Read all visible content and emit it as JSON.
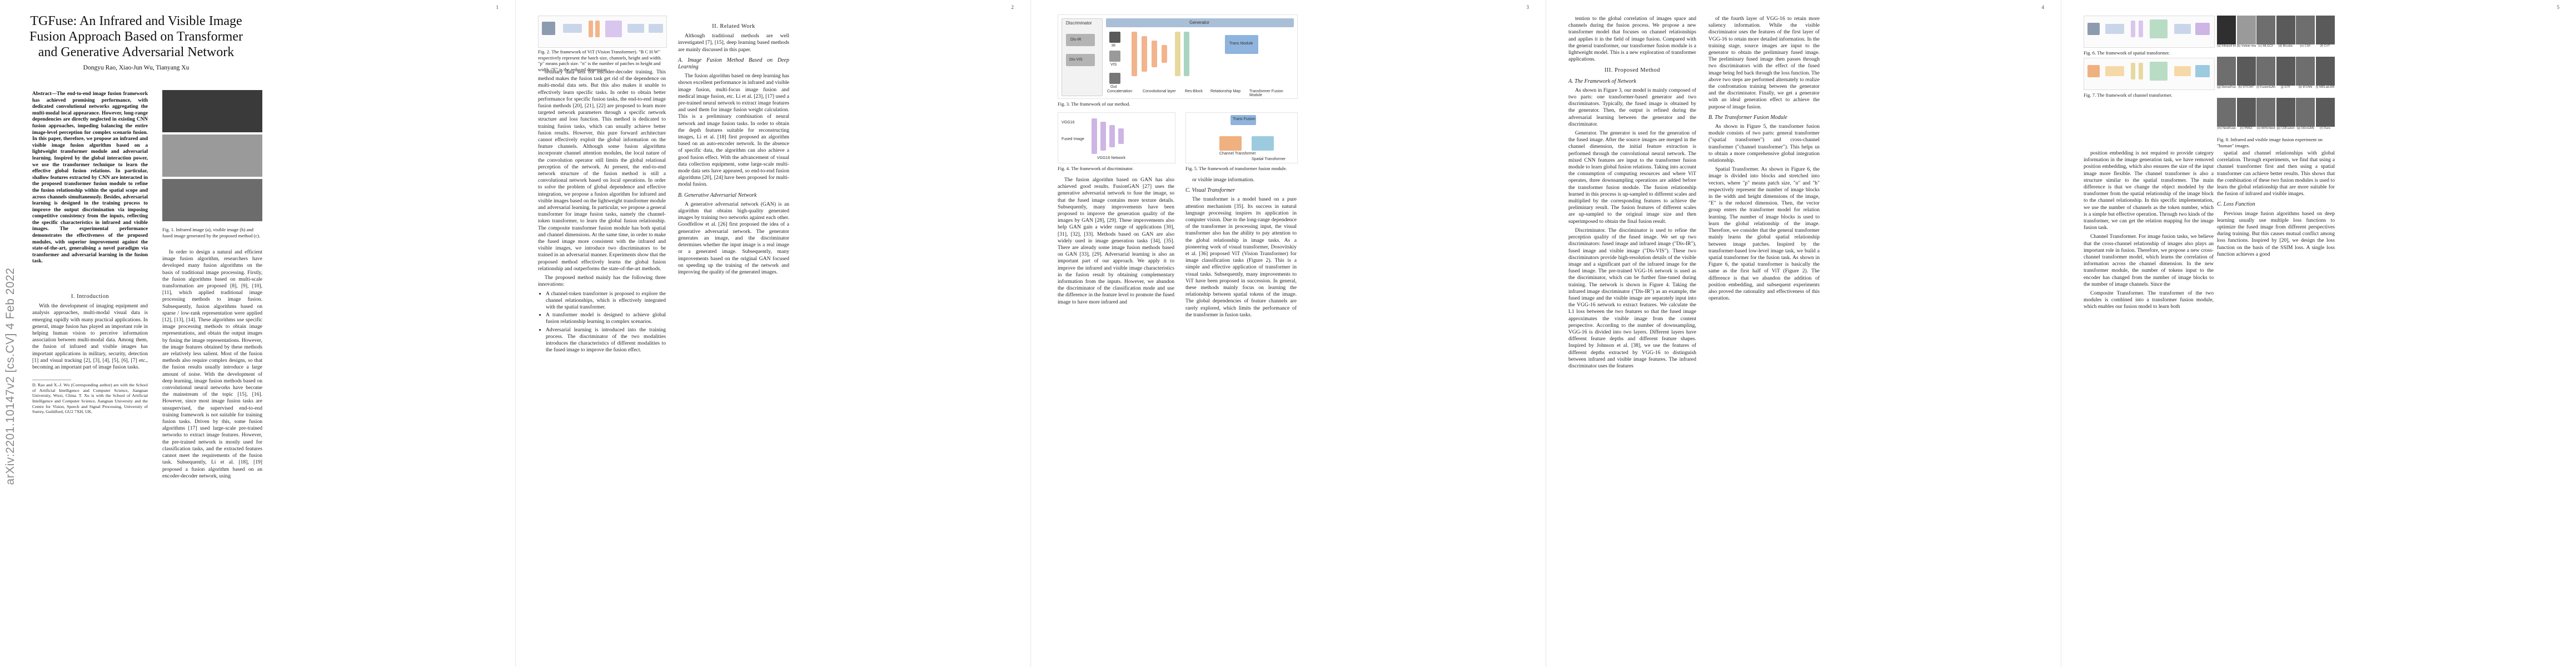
{
  "arxiv_stamp": "arXiv:2201.10147v2 [cs.CV] 4 Feb 2022",
  "pages": [
    {
      "number": "1"
    },
    {
      "number": "2"
    },
    {
      "number": "3"
    },
    {
      "number": "4"
    },
    {
      "number": "5"
    }
  ],
  "p1": {
    "title": "TGFuse: An Infrared and Visible Image Fusion Approach Based on Transformer and Generative Adversarial Network",
    "authors": "Dongyu Rao, Xiao-Jun Wu, Tianyang Xu",
    "abstract": "Abstract—The end-to-end image fusion framework has achieved promising performance, with dedicated convolutional networks aggregating the multi-modal local appearance. However, long-range dependencies are directly neglected in existing CNN fusion approaches, impeding balancing the entire image-level perception for complex scenario fusion. In this paper, therefore, we propose an infrared and visible image fusion algorithm based on a lightweight transformer module and adversarial learning. Inspired by the global interaction power, we use the transformer technique to learn the effective global fusion relations. In particular, shallow features extracted by CNN are interacted in the proposed transformer fusion module to refine the fusion relationship within the spatial scope and across channels simultaneously. Besides, adversarial learning is designed in the training process to improve the output discrimination via imposing competitive consistency from the inputs, reflecting the specific characteristics in infrared and visible images. The experimental performance demonstrates the effectiveness of the proposed modules, with superior improvement against the state-of-the-art, generalising a novel paradigm via transformer and adversarial learning in the fusion task.",
    "intro_heading": "I. Introduction",
    "intro_p1": "With the development of imaging equipment and analysis approaches, multi-modal visual data is emerging rapidly with many practical applications. In general, image fusion has played an important role in helping human vision to perceive information association between multi-modal data. Among them, the fusion of infrared and visible images has important applications in military, security, detection [1] and visual tracking [2], [3], [4], [5], [6], [7] etc., becoming an important part of image fusion tasks.",
    "footnote": "D. Rao and X.-J. Wu (Corresponding author) are with the School of Artificial Intelligence and Computer Science, Jiangnan University, Wuxi, China. T. Xu is with the School of Artificial Intelligence and Computer Science, Jiangnan University and the Centre for Vision, Speech and Signal Processing, University of Surrey, Guildford, GU2 7XH, UK.",
    "fig1_caption": "Fig. 1. Infrared image (a), visible image (b) and fused image generated by the proposed method (c).",
    "right_p1": "In order to design a natural and efficient image fusion algorithm, researchers have developed many fusion algorithms on the basis of traditional image processing. Firstly, the fusion algorithms based on multi-scale transformation are proposed [8], [9], [10], [11], which applied traditional image processing methods to image fusion. Subsequently, fusion algorithms based on sparse / low-rank representation were applied [12], [13], [14]. These algorithms use specific image processing methods to obtain image representations, and obtain the output images by fusing the image representations. However, the image features obtained by these methods are relatively less salient. Most of the fusion methods also require complex designs, so that the fusion results usually introduce a large amount of noise. With the development of deep learning, image fusion methods based on convolutional neural networks have become the mainstream of the topic [15], [16]. However, since most image fusion tasks are unsupervised, the supervised end-to-end training framework is not suitable for training fusion tasks. Driven by this, some fusion algorithms [17] used large-scale pre-trained networks to extract image features. However, the pre-trained network is mostly used for classification tasks, and the extracted features cannot meet the requirements of the fusion task. Subsequently, Li et al. [18], [19] proposed a fusion algorithm based on an encoder-decoder network, using"
  },
  "p2": {
    "fig2_caption": "Fig. 2. The framework of ViT (Vision Transformer). \"B C H W\" respectively represent the batch size, channels, height and width. \"p\" means patch size. \"n\" is the number of patches in height and width. \"E\" is the reduced dimension.",
    "left_text": "ordinary data sets for encoder-decoder training. This method makes the fusion task get rid of the dependence on multi-modal data sets. But this also makes it unable to effectively learn specific tasks. In order to obtain better performance for specific fusion tasks, the end-to-end image fusion methods [20], [21], [22] are proposed to learn more targeted network parameters through a specific network structure and loss function. This method is dedicated to training fusion tasks, which can usually achieve better fusion results. However, this pure forward architecture cannot effectively exploit the global information on the feature channels. Although some fusion algorithms incorporate channel attention modules, the local nature of the convolution operator still limits the global relational perception of the network. At present, the end-to-end network structure of the fusion method is still a convolutional network based on local operations. In order to solve the problem of global dependence and effective integration, we propose a fusion algorithm for infrared and visible images based on the lightweight transformer module and adversarial learning. In particular, we propose a general transformer for image fusion tasks, namely the channel-token transformer, to learn the global fusion relationship. The composite transformer fusion module has both spatial and channel dimensions. At the same time, in order to make the fused image more consistent with the infrared and visible images, we introduce two discriminators to be trained in an adversarial manner. Experiments show that the proposed method effectively learns the global fusion relationship and outperforms the state-of-the-art methods.",
    "contrib_intro": "The proposed method mainly has the following three innovations:",
    "bullets": [
      "A channel-token transformer is proposed to explore the channel relationships, which is effectively integrated with the spatial transformer.",
      "A transformer model is designed to achieve global fusion relationship learning in complex scenarios.",
      "Adversarial learning is introduced into the training process. The discriminator of the two modalities introduces the characteristics of different modalities to the fused image to improve the fusion effect."
    ],
    "related_heading": "II. Related Work",
    "related_intro": "Although traditional methods are well investigated [7], [15], deep learning based methods are mainly discussed in this paper.",
    "subA": "A. Image Fusion Method Based on Deep Learning",
    "subA_text": "The fusion algorithm based on deep learning has shown excellent performance in infrared and visible image fusion, multi-focus image fusion and medical image fusion, etc. Li et al. [23], [17] used a pre-trained neural network to extract image features and used them for image fusion weight calculation. This is a preliminary combination of neural network and image fusion tasks. In order to obtain the depth features suitable for reconstructing images, Li et al. [18] first proposed an algorithm based on an auto-encoder network. In the absence of specific data, the algorithm can also achieve a good fusion effect. With the advancement of visual data collection equipment, some large-scale multi-mode data sets have appeared, so end-to-end fusion algorithms [20], [24] have been proposed for multi-modal fusion.",
    "subB": "B. Generative Adversarial Network",
    "subB_text": "A generative adversarial network (GAN) is an algorithm that obtains high-quality generated images by training two networks against each other. Goodfellow et al. [26] first proposed the idea of a generative adversarial network. The generator generates an image, and the discriminator determines whether the input image is a real image or a generated image. Subsequently, many improvements based on the original GAN focused on speeding up the training of the network and improving the quality of the generated images."
  },
  "p3": {
    "fig3_caption": "Fig. 3. The framework of our method.",
    "fig4_caption": "Fig. 4. The framework of discriminator.",
    "fig5_caption": "Fig. 5. The framework of transformer fusion module.",
    "diagram": {
      "discriminator": "Discriminator",
      "generator": "Generator",
      "ir": "IR",
      "vis": "VIS",
      "out": "Out",
      "dis_ir": "Dis-IR",
      "dis_vis": "Dis-VIS",
      "trans_module": "Trans Module",
      "legend": [
        "Concatenation",
        "Convolutional layer",
        "Res-Block",
        "Relationship Map",
        "Transformer Fusion Module"
      ],
      "vgg": "VGG16",
      "fused": "Fused Image",
      "vgg_net": "VGG16 Network",
      "spatial": "Spatial Transformer",
      "channel": "Channel Transformer",
      "trans_fusion": "Trans Fusion"
    },
    "left_text": "The fusion algorithm based on GAN has also achieved good results. FusionGAN [27] uses the generative adversarial network to fuse the image, so that the fused image contains more texture details. Subsequently, many improvements have been proposed to improve the generation quality of the images by GAN [28], [29]. These improvements also help GAN gain a wider range of applications [30], [31], [32], [33]. Methods based on GAN are also widely used in image generation tasks [34], [35]. There are already some image fusion methods based on GAN [33], [29]. Adversarial learning is also an important part of our approach. We apply it to improve the infrared and visible image characteristics in the fusion result by obtaining complementary information from the inputs. However, we abandon the discriminator of the classification mode and use the difference in the feature level to promote the fused image to have more infrared and",
    "subC": "C. Visual Transformer",
    "subC_text": "The transformer is a model based on a pure attention mechanism [35]. Its success in natural language processing inspires its application in computer vision. Due to the long-range dependence of the transformer in processing input, the visual transformer also has the ability to pay attention to the global relationship in image tasks. As a pioneering work of visual transformer, Dosovitskiy et al. [36] proposed ViT (Vision Transformer) for image classification tasks (Figure 2). This is a simple and effective application of transformer in visual tasks. Subsequently, many improvements to ViT have been proposed in succession. In general, these methods mainly focus on learning the relationship between spatial tokens of the image. The global dependencies of feature channels are rarely explored, which limits the performance of the transformer in fusion tasks.",
    "right_tail": "or visible image information."
  },
  "p4": {
    "top_text": "tention to the global correlation of images space and channels during the fusion process. We propose a new transformer model that focuses on channel relationships and applies it in the field of image fusion. Compared with the general transformer, our transformer fusion module is a lightweight model. This is a new exploration of transformer applications.",
    "method_heading": "III. Proposed Method",
    "subA": "A. The Framework of Network",
    "subA_text": "As shown in Figure 3, our model is mainly composed of two parts: one transformer-based generator and two discriminators. Typically, the fused image is obtained by the generator. Then, the output is refined during the adversarial learning between the generator and the discriminator.",
    "gen_para": "Generator. The generator is used for the generation of the fused image. After the source images are merged in the channel dimension, the initial feature extraction is performed through the convolutional neural network. The mixed CNN features are input to the transformer fusion module to learn global fusion relations. Taking into account the consumption of computing resources and where ViT operates, three downsampling operations are added before the transformer fusion module. The fusion relationship learned in this process is up-sampled to different scales and multiplied by the corresponding features to achieve the preliminary result. The fusion features of different scales are up-sampled to the original image size and then superimposed to obtain the final fusion result.",
    "disc_para": "Discriminator. The discriminator is used to refine the perception quality of the fused image. We set up two discriminators: fused image and infrared image (\"Dis-IR\"), fused image and visible image (\"Dis-VIS\"). These two discriminators provide high-resolution details of the visible image and a significant part of the infrared image for the fused image. The pre-trained VGG-16 network is used as the discriminator, which can be further fine-tuned during training. The network is shown in Figure 4. Taking the infrared image discriminator (\"Dis-IR\") as an example, the fused image and the visible image are separately input into the VGG-16 network to extract features. We calculate the L1 loss between the two features so that the fused image approximates the visible image from the content perspective. According to the number of downsampling, VGG-16 is divided into two layers. Different layers have different feature depths and different feature shapes. Inspired by Johnson et al. [38], we use the features of different depths extracted by VGG-16 to distinguish between infrared and visible image features. The infrared discriminator uses the features",
    "col2_text": "of the fourth layer of VGG-16 to retain more saliency information. While the visible discriminator uses the features of the first layer of VGG-16 to retain more detailed information.\nIn the training stage, source images are input to the generator to obtain the preliminary fused image. The preliminary fused image then passes through two discriminators with the effect of the fused image being fed back through the loss function. The above two steps are performed alternately to realize the confrontation training between the generator and the discriminator. Finally, we get a generator with an ideal generation effect to achieve the purpose of image fusion.",
    "subB": "B. The Transformer Fusion Module",
    "subB_text": "As shown in Figure 5, the transformer fusion module consists of two parts: general transformer (\"spatial transformer\") and cross-channel transformer (\"channel transformer\"). This helps us to obtain a more comprehensive global integration relationship.",
    "spatial_para": "Spatial Transformer. As shown in Figure 6, the image is divided into blocks and stretched into vectors, where \"p\" means patch size, \"n\" and \"h\" respectively represent the number of image blocks in the width and height dimensions of the image, \"E\" is the reduced dimension. Then, the vector group enters the transformer model for relation learning. The number of image blocks is used to learn the global relationship of the image. Therefore, we consider that the general transformer mainly learns the global spatial relationship between image patches. Inspired by the transformer-based low-level image task, we build a spatial transformer for the fusion task. As shown in Figure 6, the spatial transformer is basically the same as the first half of ViT (Figure 2). The difference is that we abandon the addition of position embedding, and subsequent experiments also proved the rationality and effectiveness of this operation."
  },
  "p5": {
    "fig6_caption": "Fig. 6. The framework of spatial transformer.",
    "fig7_caption": "Fig. 7. The framework of channel transformer.",
    "fig8_caption": "Fig. 8. Infrared and visible image fusion experiment on \"human\" images.",
    "fig8_labels": [
      "(a) Infrared image",
      "(b) Visible image",
      "(c) MLGCF",
      "(d) Bicubic",
      "(e) CSF",
      "(f) CVT",
      "(g) DenseFuse",
      "(h) DTCWT",
      "(i) FusionGAN",
      "(j) GTF",
      "(k) IFCNN",
      "(l) MDLatLRR",
      "(m) NestFuse",
      "(n) PMGI",
      "(o) RFN-Nest",
      "(p) U2Fusion",
      "(q) DDcGAN",
      "(r) Ours"
    ],
    "left_text": "position embedding is not required to provide category information in the image generation task, we have removed position embedding, which also ensures the size of the input image more flexible. The channel transformer is also a structure similar to the spatial transformer. The main difference is that we change the object modeled by the transformer from the spatial relationship of the image block to the channel relationship. In this specific implementation, we use the number of channels as the token number, which is a simple but effective operation. Through two kinds of the transformer, we can get the relation mapping for the image fusion task.",
    "channel_para": "Channel Transformer. For image fusion tasks, we believe that the cross-channel relationship of images also plays an important role in fusion. Therefore, we propose a new cross-channel transformer model, which learns the correlation of information across the channel dimension. In the new transformer module, the number of tokens input to the encoder has changed from the number of image blocks to the number of image channels. Since the",
    "composite_para": "Composite Transformer. The transformer of the two modules is combined into a transformer fusion module, which enables our fusion model to learn both",
    "right_text": "spatial and channel relationships with global correlation. Through experiments, we find that using a channel transformer first and then using a spatial transformer can achieve better results. This shows that the combination of these two fusion modules is used to learn the global relationship that are more suitable for the fusion of infrared and visible images.",
    "subC": "C. Loss Function",
    "subC_text": "Previous image fusion algorithms based on deep learning usually use multiple loss functions to optimize the fused image from different perspectives during training. But this causes mutual conflict among loss functions. Inspired by [20], we design the loss function on the basis of the SSIM loss. A single loss function achieves a good"
  }
}
